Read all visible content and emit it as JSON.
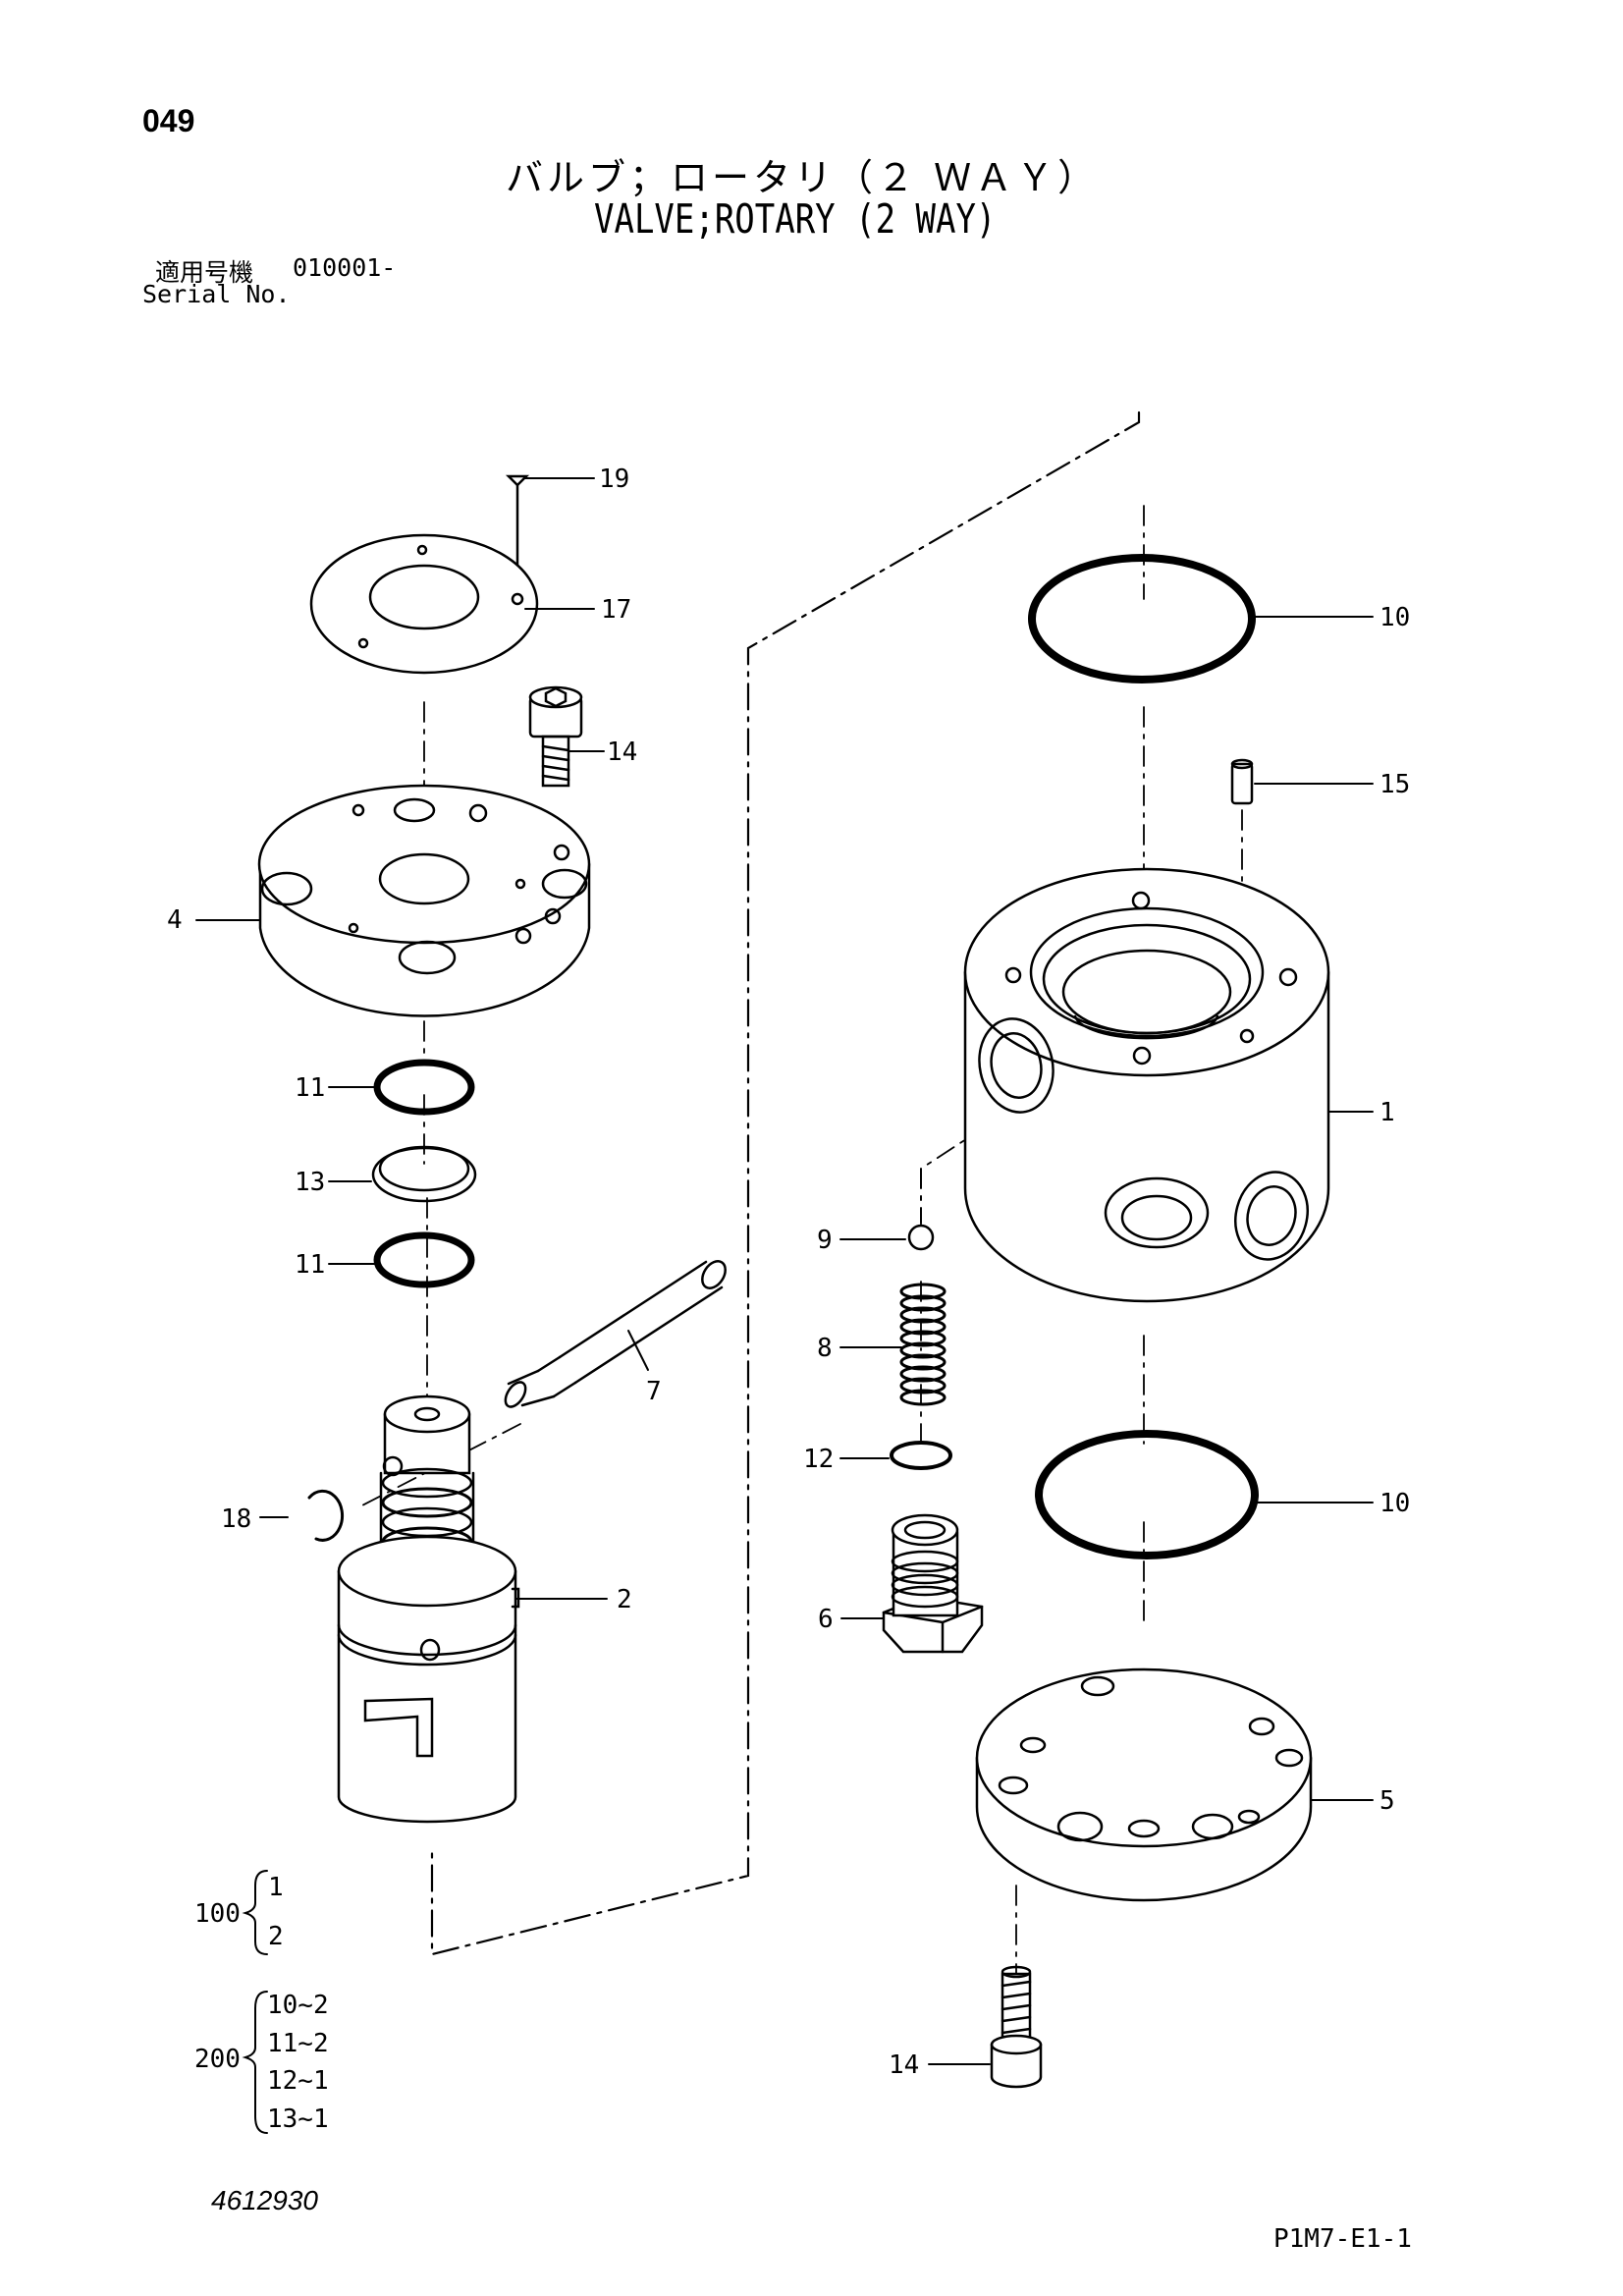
{
  "header": {
    "page_number": "049",
    "title_jp": "バルブ；ロータリ（２ ＷＡＹ）",
    "title_en": "VALVE;ROTARY (2 WAY)",
    "serial_label_jp": "適用号機",
    "serial_value": "010001-",
    "serial_label_en": "Serial No."
  },
  "callouts": [
    "19",
    "17",
    "14",
    "4",
    "11",
    "13",
    "11",
    "7",
    "18",
    "2",
    "10",
    "15",
    "1",
    "9",
    "8",
    "12",
    "6",
    "10",
    "5",
    "14"
  ],
  "kits": {
    "kit_100": {
      "label": "100",
      "items": [
        "1",
        "2"
      ]
    },
    "kit_200": {
      "label": "200",
      "items": [
        "10~2",
        "11~2",
        "12~1",
        "13~1"
      ]
    }
  },
  "footer": {
    "doc_number": "4612930",
    "plate_code": "P1M7-E1-1"
  }
}
